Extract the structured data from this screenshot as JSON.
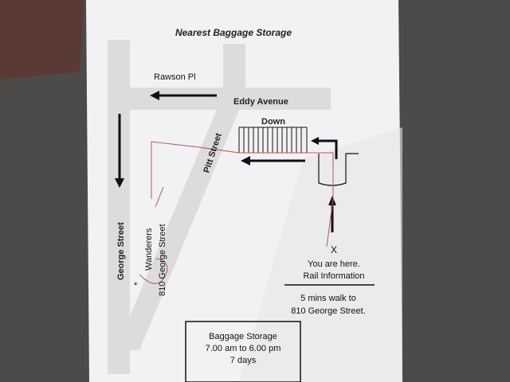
{
  "title": "Nearest Baggage Storage",
  "streets": {
    "rawson": "Rawson Pl",
    "eddy": "Eddy Avenue",
    "pitt": "Pitt Street",
    "george": "George Street"
  },
  "stairs_label": "Down",
  "destination": {
    "star": "*",
    "name": "Wanderers",
    "address": "810 George Street"
  },
  "you_are_here": {
    "mark": "X",
    "line1": "You are here.",
    "line2": "Rail Information"
  },
  "walk": {
    "line1": "5 mins walk to",
    "line2": "810 George Street."
  },
  "storage_box": {
    "line1": "Baggage Storage",
    "line2": "7.00 am to 6.00 pm",
    "line3": "7 days"
  },
  "colors": {
    "paper": "#f4f4f6",
    "road": "#dcdcdf",
    "route": "#c0505a",
    "ink": "#111111"
  }
}
